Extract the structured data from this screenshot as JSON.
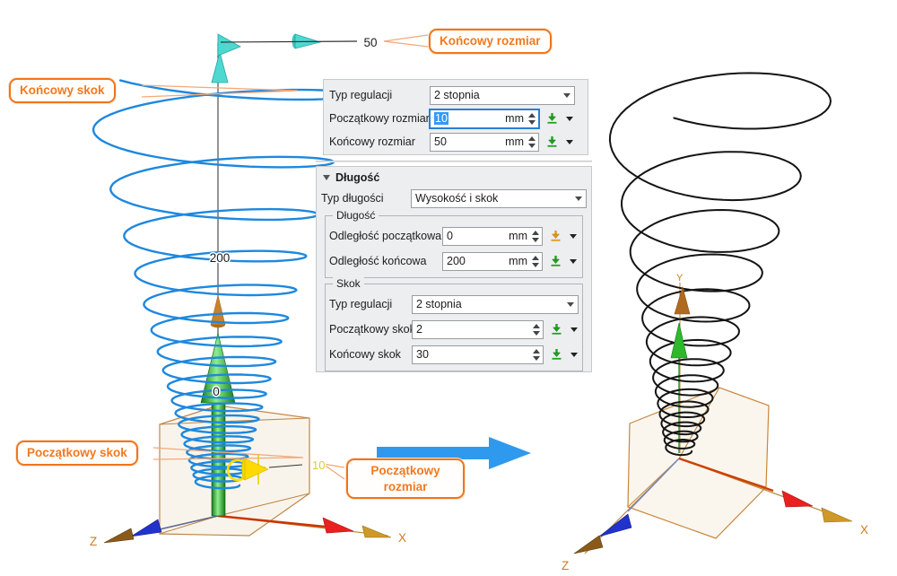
{
  "colors": {
    "accent_orange": "#f0751c",
    "spiral_blue": "#1e88de",
    "result_spiral_black": "#141414",
    "transform_arrow_blue": "#2f99ee",
    "focus_blue": "#2a7fd4",
    "selection_blue": "#3399ff",
    "pick_green": "#1fa31f",
    "pick_orange": "#e09a1e",
    "axis_label_orange": "#cf7c1e"
  },
  "left_view": {
    "end_size_dim": "50",
    "end_distance_dim": "200",
    "start_distance_dim": "0",
    "start_size_dim": "10",
    "axis_z": "Z",
    "axis_x": "X",
    "callout_end_pitch": "Końcowy skok",
    "callout_start_pitch": "Początkowy skok",
    "callout_end_size": "Końcowy rozmiar",
    "callout_start_size": "Początkowy rozmiar"
  },
  "right_view": {
    "axis_y": "Y",
    "axis_z": "Z",
    "axis_x": "X"
  },
  "panel": {
    "typ_regulacji_label": "Typ regulacji",
    "typ_regulacji_value": "2 stopnia",
    "poczatkowy_rozmiar_label": "Początkowy rozmiar",
    "poczatkowy_rozmiar_value": "10",
    "koncowy_rozmiar_label": "Końcowy rozmiar",
    "koncowy_rozmiar_value": "50",
    "unit_mm": "mm",
    "dlugosc_header": "Długość",
    "typ_dlugosci_label": "Typ długości",
    "typ_dlugosci_value": "Wysokość i skok",
    "dlugosc_group_title": "Długość",
    "odleglosc_poczatkowa_label": "Odległość początkowa",
    "odleglosc_poczatkowa_value": "0",
    "odleglosc_koncowa_label": "Odległość końcowa",
    "odleglosc_koncowa_value": "200",
    "skok_group_title": "Skok",
    "skok_typ_regulacji_label": "Typ regulacji",
    "skok_typ_regulacji_value": "2 stopnia",
    "poczatkowy_skok_label": "Początkowy skok",
    "poczatkowy_skok_value": "2",
    "koncowy_skok_label": "Końcowy skok",
    "koncowy_skok_value": "30"
  }
}
